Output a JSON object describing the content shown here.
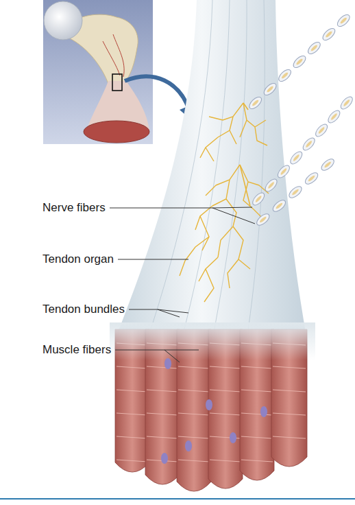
{
  "diagram": {
    "labels": [
      "Nerve fibers",
      "Tendon organ",
      "Tendon bundles",
      "Muscle fibers"
    ]
  }
}
